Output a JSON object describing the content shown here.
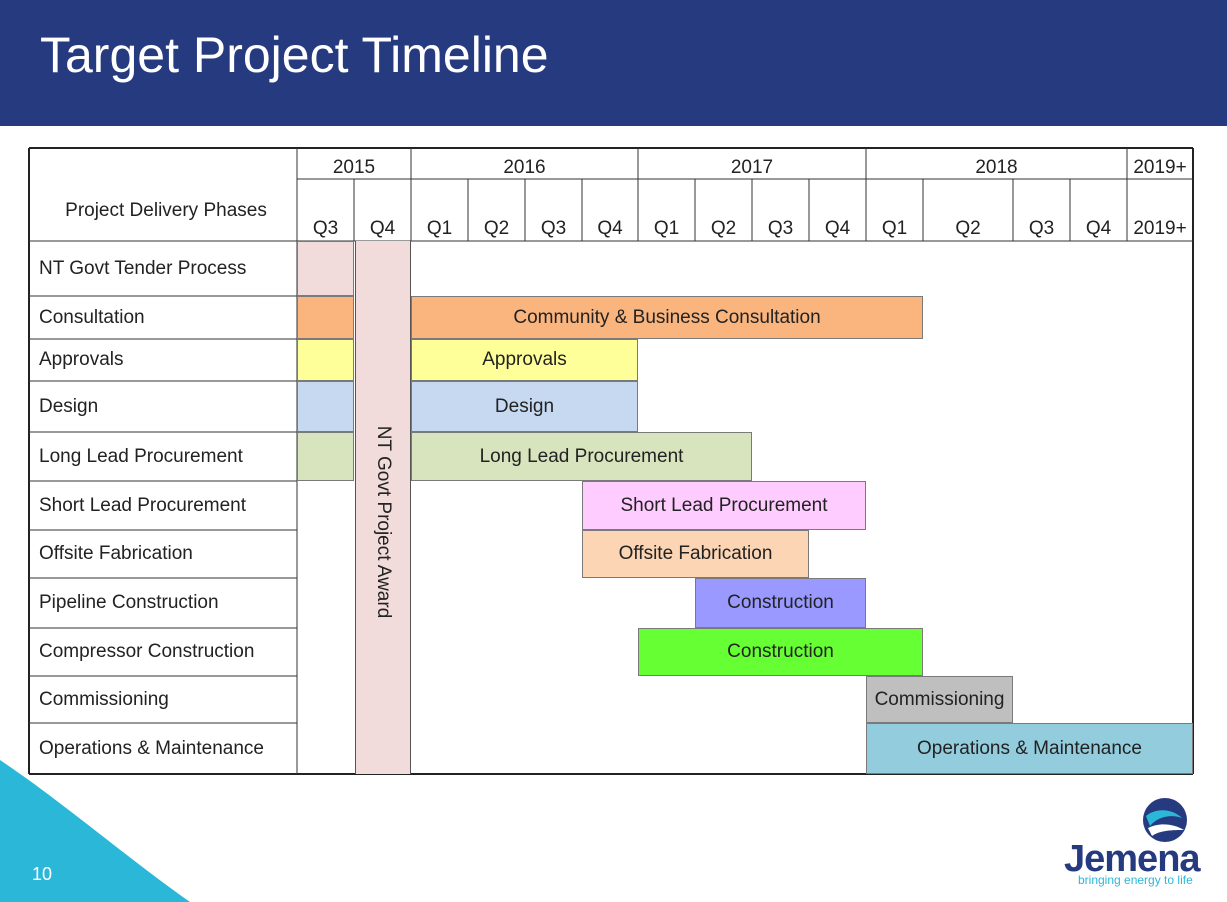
{
  "title": "Target Project Timeline",
  "page_number": "10",
  "header_label": "Project Delivery Phases",
  "years": [
    "2015",
    "2016",
    "2017",
    "2018",
    "2019+"
  ],
  "quarters": [
    "Q3",
    "Q4",
    "Q1",
    "Q2",
    "Q3",
    "Q4",
    "Q1",
    "Q2",
    "Q3",
    "Q4",
    "Q1",
    "Q2",
    "Q3",
    "Q4",
    "2019+"
  ],
  "phases": [
    "NT Govt Tender Process",
    "Consultation",
    "Approvals",
    "Design",
    "Long Lead Procurement",
    "Short Lead Procurement",
    "Offsite Fabrication",
    "Pipeline Construction",
    "Compressor Construction",
    "Commissioning",
    "Operations & Maintenance"
  ],
  "award_label": "NT Govt Project Award",
  "bars": [
    {
      "row": 0,
      "start": "2015 Q3",
      "end": "2015 Q3",
      "color": "#F2DCDB",
      "label": ""
    },
    {
      "row": 1,
      "start": "2015 Q3",
      "end": "2015 Q3",
      "color": "#FAB57E",
      "label": ""
    },
    {
      "row": 1,
      "start": "2016 Q1",
      "end": "2018 Q1",
      "color": "#FAB57E",
      "label": "Community & Business Consultation"
    },
    {
      "row": 2,
      "start": "2015 Q3",
      "end": "2015 Q3",
      "color": "#FFFF99",
      "label": ""
    },
    {
      "row": 2,
      "start": "2016 Q1",
      "end": "2016 Q4",
      "color": "#FFFF99",
      "label": "Approvals"
    },
    {
      "row": 3,
      "start": "2015 Q3",
      "end": "2015 Q3",
      "color": "#C6D9F1",
      "label": ""
    },
    {
      "row": 3,
      "start": "2016 Q1",
      "end": "2016 Q4",
      "color": "#C6D9F1",
      "label": "Design"
    },
    {
      "row": 4,
      "start": "2015 Q3",
      "end": "2015 Q3",
      "color": "#D7E4BD",
      "label": ""
    },
    {
      "row": 4,
      "start": "2016 Q1",
      "end": "2017 Q2",
      "color": "#D7E4BD",
      "label": "Long Lead Procurement"
    },
    {
      "row": 5,
      "start": "2016 Q4",
      "end": "2017 Q4",
      "color": "#FFCCFF",
      "label": "Short Lead Procurement"
    },
    {
      "row": 6,
      "start": "2016 Q4",
      "end": "2017 Q3",
      "color": "#FCD5B5",
      "label": "Offsite Fabrication"
    },
    {
      "row": 7,
      "start": "2017 Q2",
      "end": "2017 Q4",
      "color": "#9999FF",
      "label": "Construction"
    },
    {
      "row": 8,
      "start": "2017 Q1",
      "end": "2018 Q1",
      "color": "#66FF33",
      "label": "Construction"
    },
    {
      "row": 9,
      "start": "2018 Q1",
      "end": "2018 Q2",
      "color": "#BFBFBF",
      "label": "Commissioning"
    },
    {
      "row": 10,
      "start": "2018 Q1",
      "end": "2019+",
      "color": "#93CDDD",
      "label": "Operations & Maintenance"
    }
  ],
  "logo": {
    "name": "Jemena",
    "tagline": "bringing energy to life"
  },
  "colors": {
    "header": "#263A80",
    "accent": "#2BB8D8",
    "award": "#F2DCDB"
  }
}
